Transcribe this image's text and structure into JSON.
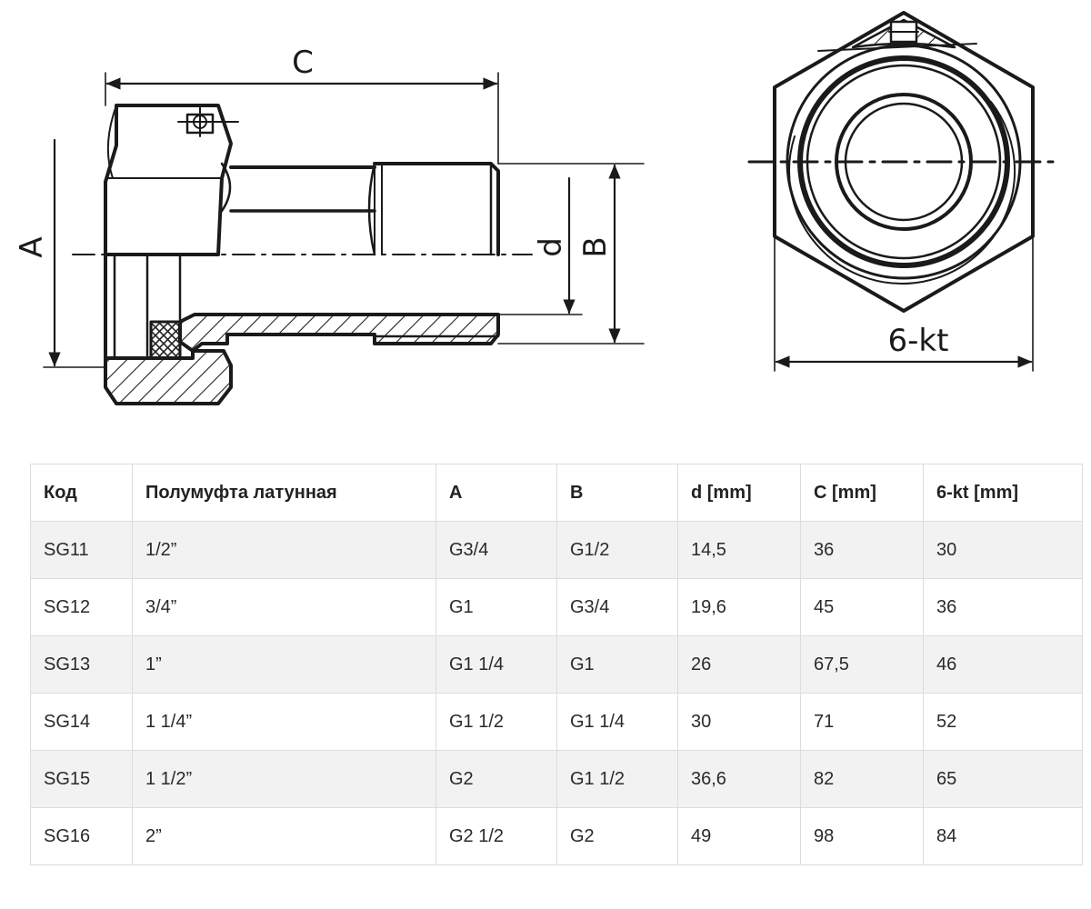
{
  "dimension_labels": {
    "A": "A",
    "B": "B",
    "C": "C",
    "d": "d",
    "hex": "6-kt"
  },
  "table": {
    "headers": [
      "Код",
      "Полумуфта латунная",
      "A",
      "B",
      "d [mm]",
      "C [mm]",
      "6-kt [mm]"
    ],
    "rows": [
      [
        "SG11",
        "1/2”",
        "G3/4",
        "G1/2",
        "14,5",
        "36",
        "30"
      ],
      [
        "SG12",
        "3/4”",
        "G1",
        "G3/4",
        "19,6",
        "45",
        "36"
      ],
      [
        "SG13",
        "1”",
        "G1 1/4",
        "G1",
        "26",
        "67,5",
        "46"
      ],
      [
        "SG14",
        "1 1/4”",
        "G1 1/2",
        "G1 1/4",
        "30",
        "71",
        "52"
      ],
      [
        "SG15",
        "1 1/2”",
        "G2",
        "G1 1/2",
        "36,6",
        "82",
        "65"
      ],
      [
        "SG16",
        "2”",
        "G2 1/2",
        "G2",
        "49",
        "98",
        "84"
      ]
    ]
  }
}
